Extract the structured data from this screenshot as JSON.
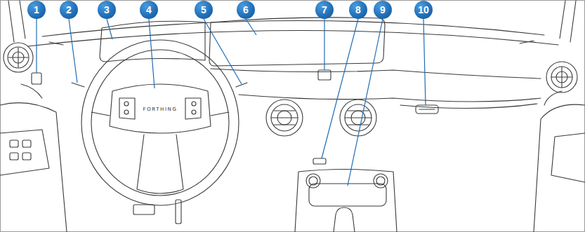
{
  "diagram": {
    "labels": [
      "1",
      "2",
      "3",
      "4",
      "5",
      "6",
      "7",
      "8",
      "9",
      "10",
      "FORTHING"
    ]
  }
}
